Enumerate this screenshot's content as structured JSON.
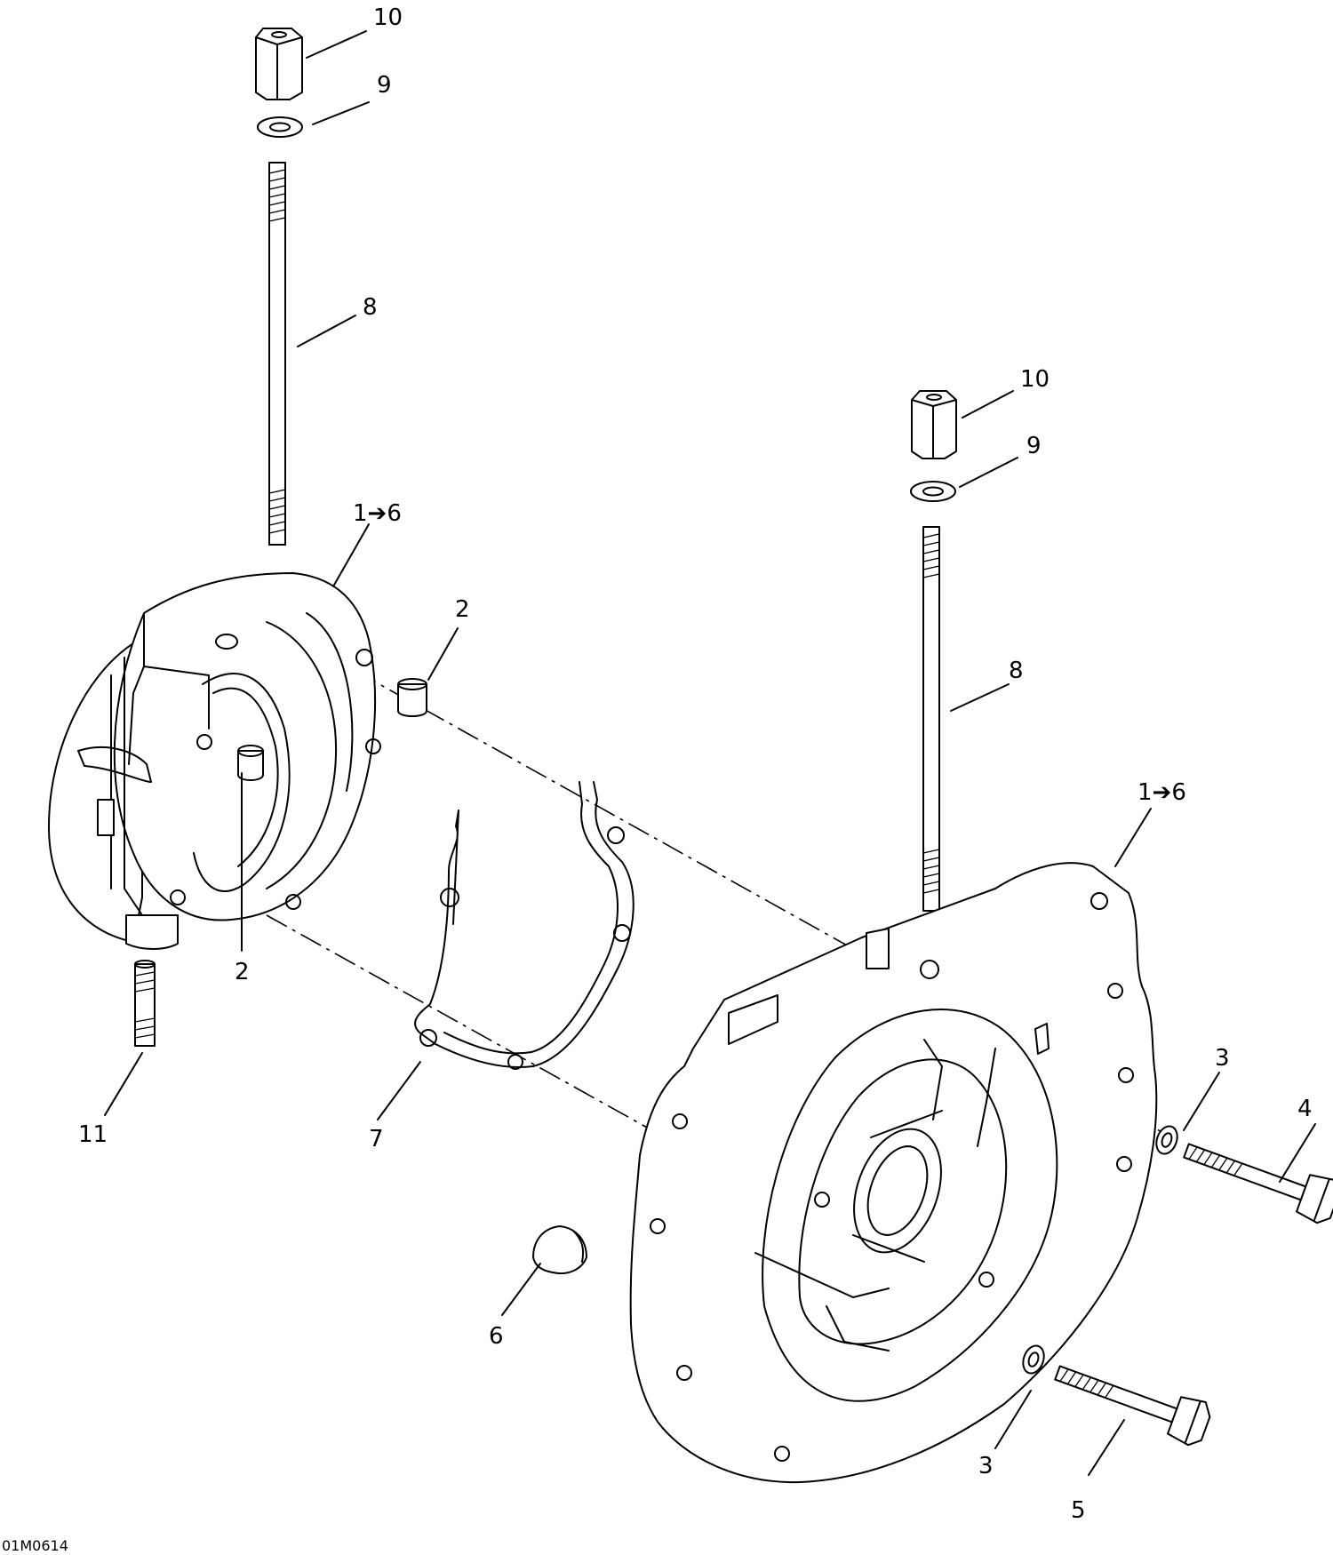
{
  "drawing_code": "01M0614",
  "callouts": {
    "stud_nut_left": "10",
    "washer_left": "9",
    "stud_left": "8",
    "assembly_left": "1➔6",
    "sleeve_top": "2",
    "sleeve_bottom": "2",
    "stud_short": "11",
    "gasket": "7",
    "plug": "6",
    "stud_nut_right": "10",
    "washer_right": "9",
    "stud_right": "8",
    "assembly_right": "1➔6",
    "washer_bolt_upper": "3",
    "bolt_upper": "4",
    "washer_bolt_lower": "3",
    "bolt_lower": "5"
  }
}
